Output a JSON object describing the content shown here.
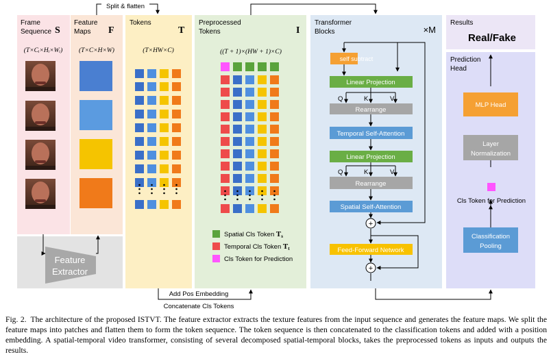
{
  "panels": {
    "frame_sequence": {
      "title_line1": "Frame",
      "title_line2": "Sequence",
      "symbol": "S",
      "shape": "(T×Cᵢ×Hᵢ×Wᵢ)"
    },
    "feature_maps": {
      "title_line1": "Feature",
      "title_line2": "Maps",
      "symbol": "F",
      "shape": "(T×C×H×W)",
      "colors": [
        "#4a7fd1",
        "#5b9be0",
        "#f5c400",
        "#f07a1a"
      ]
    },
    "feature_extractor": {
      "line1": "Feature",
      "line2": "Extractor"
    },
    "tokens": {
      "title": "Tokens",
      "symbol": "T",
      "shape": "(T×HW×C)",
      "colors": [
        "#3a6fc8",
        "#4f8fe0",
        "#f5c400",
        "#f07a1a"
      ]
    },
    "preprocessed": {
      "title_line1": "Preprocessed",
      "title_line2": "Tokens",
      "symbol": "I",
      "shape": "((T + 1)×(HW + 1)×C)"
    },
    "transformer": {
      "title_line1": "Transformer",
      "title_line2": "Blocks",
      "repeat": "×M"
    },
    "results": {
      "title": "Results",
      "value": "Real/Fake"
    },
    "prediction_head": {
      "title_line1": "Prediction",
      "title_line2": "Head"
    }
  },
  "arrows": {
    "split_flatten": "Split & flatten",
    "add_pos": "Add Pos Embedding",
    "concat_cls": "Concatenate Cls Tokens"
  },
  "legend": {
    "spatial": "Spatial Cls Token",
    "spatial_sym": "T",
    "spatial_sub": "s",
    "temporal": "Temporal Cls Token",
    "temporal_sym": "T",
    "temporal_sub": "t",
    "prediction": "Cls Token for Prediction"
  },
  "blocks": {
    "self_subtract": "self subtract",
    "linear_projection": "Linear Projection",
    "rearrange": "Rearrange",
    "temporal_attention": "Temporal Self-Attention",
    "spatial_attention": "Spatial Self-Attention",
    "ffn": "Feed-Forward Network",
    "q": "Q",
    "k": "K",
    "v": "V",
    "plus": "+"
  },
  "head_blocks": {
    "mlp": "MLP Head",
    "layernorm_line1": "Layer",
    "layernorm_line2": "Normalization",
    "cls_pred": "Cls Token for Prediction",
    "pool_line1": "Classification",
    "pool_line2": "Pooling"
  },
  "token_colors": {
    "green": "#5aa33c",
    "red": "#ee4b4b",
    "pink": "#ff55ff",
    "blue_dark": "#3a6fc8",
    "blue_light": "#4f8fe0",
    "yellow": "#f5c400",
    "orange": "#f07a1a"
  },
  "box_colors": {
    "orange": "#f5a033",
    "green": "#6aae45",
    "gray": "#a6a6a6",
    "blue": "#5b9bd5",
    "yellow": "#f8c200"
  },
  "caption": {
    "label": "Fig. 2.",
    "text": "The architecture of the proposed ISTVT. The feature extractor extracts the texture features from the input sequence and generates the feature maps. We split the feature maps into patches and flatten them to form the token sequence. The token sequence is then concatenated to the classification tokens and added with a position embedding. A spatial-temporal video transformer, consisting of several decomposed spatial-temporal blocks, takes the preprocessed tokens as inputs and outputs the results."
  }
}
